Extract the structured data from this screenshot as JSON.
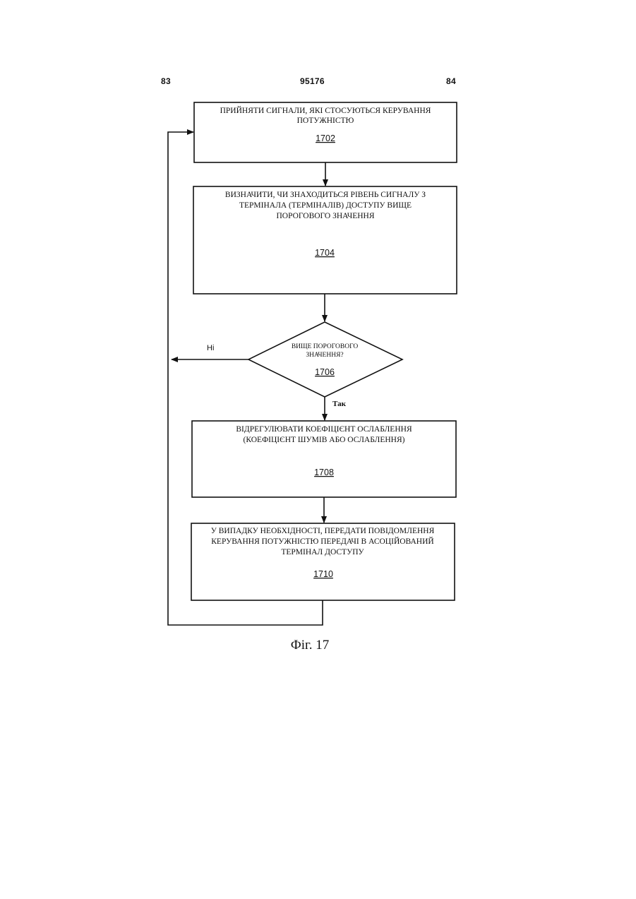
{
  "header": {
    "page_left": "83",
    "doc_number": "95176",
    "page_right": "84"
  },
  "flowchart": {
    "steps": [
      {
        "id": "1702",
        "lines": [
          "ПРИЙНЯТИ СИГНАЛИ, ЯКІ СТОСУЮТЬСЯ КЕРУВАННЯ",
          "ПОТУЖНІСТЮ"
        ],
        "ref": "1702"
      },
      {
        "id": "1704",
        "lines": [
          "ВИЗНАЧИТИ, ЧИ ЗНАХОДИТЬСЯ РІВЕНЬ СИГНАЛУ З",
          "ТЕРМІНАЛА (ТЕРМІНАЛІВ) ДОСТУПУ ВИЩЕ",
          "ПОРОГОВОГО ЗНАЧЕННЯ"
        ],
        "ref": "1704"
      },
      {
        "id": "1706",
        "lines": [
          "ВИЩЕ ПОРОГОВОГО",
          "ЗНАЧЕННЯ?"
        ],
        "ref": "1706"
      },
      {
        "id": "1708",
        "lines": [
          "ВІДРЕГУЛЮВАТИ КОЕФІЦІЄНТ ОСЛАБЛЕННЯ",
          "(КОЕФІЦІЄНТ ШУМІВ АБО ОСЛАБЛЕННЯ)"
        ],
        "ref": "1708"
      },
      {
        "id": "1710",
        "lines": [
          "У ВИПАДКУ НЕОБХІДНОСТІ, ПЕРЕДАТИ ПОВІДОМЛЕННЯ",
          "КЕРУВАННЯ ПОТУЖНІСТЮ ПЕРЕДАЧІ В АСОЦІЙОВАНИЙ",
          "ТЕРМІНАЛ ДОСТУПУ"
        ],
        "ref": "1710"
      }
    ],
    "branch_no": "Ні",
    "branch_yes": "Так"
  },
  "caption": "Фіг. 17"
}
